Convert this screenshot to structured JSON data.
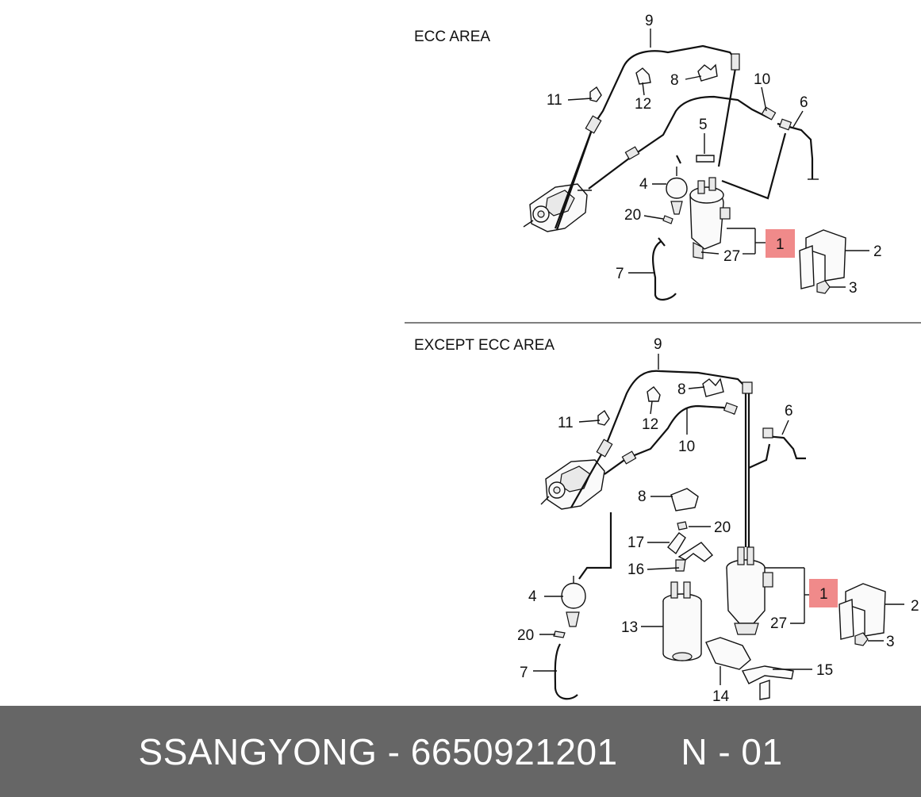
{
  "sections": [
    {
      "title": "ECC AREA"
    },
    {
      "title": "EXCEPT ECC AREA"
    }
  ],
  "callouts": {
    "top": [
      "9",
      "8",
      "10",
      "11",
      "12",
      "6",
      "5",
      "4",
      "20",
      "27",
      "1",
      "2",
      "3",
      "7"
    ],
    "bottom": [
      "9",
      "8",
      "12",
      "11",
      "6",
      "10",
      "8",
      "20",
      "17",
      "16",
      "4",
      "1",
      "2",
      "27",
      "3",
      "13",
      "20",
      "15",
      "7",
      "14"
    ]
  },
  "highlight_color": "#f08a8a",
  "footer": {
    "brand": "SSANGYONG",
    "separator": " - ",
    "part_number": "6650921201",
    "page_ref": "N - 01"
  }
}
